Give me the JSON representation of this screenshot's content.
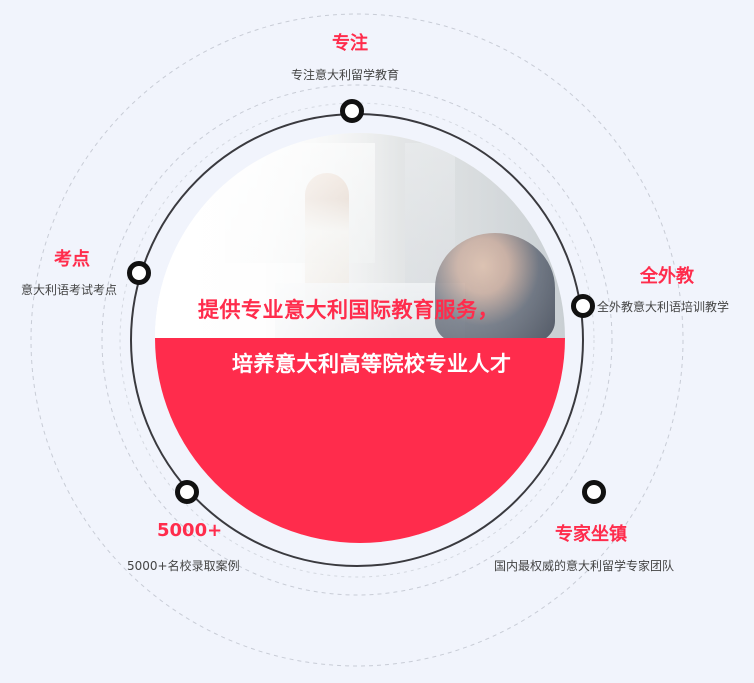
{
  "colors": {
    "accent": "#ff2c4c",
    "background": "#f1f4fc",
    "ring": "#3a3a3f",
    "dashed_ring": "#c8ccd6",
    "node": "#111111"
  },
  "center": {
    "headline_1": "提供专业意大利国际教育服务，",
    "headline_2": "培养意大利高等院校专业人才"
  },
  "features": {
    "top": {
      "title": "专注",
      "desc": "专注意大利留学教育"
    },
    "left": {
      "title": "考点",
      "desc": "意大利语考试考点"
    },
    "right": {
      "title": "全外教",
      "desc": "全外教意大利语培训教学"
    },
    "bottom_left": {
      "title": "5000+",
      "desc": "5000+名校录取案例"
    },
    "bottom_right": {
      "title": "专家坐镇",
      "desc": "国内最权威的意大利留学专家团队"
    }
  }
}
